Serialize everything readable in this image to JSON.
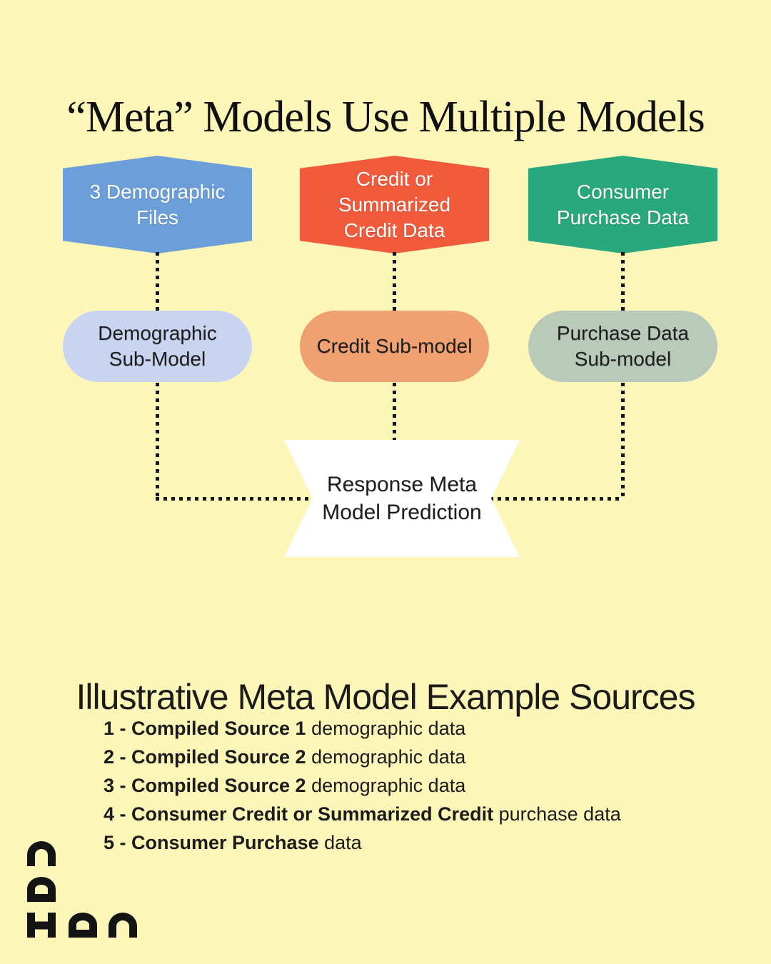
{
  "page": {
    "background": "#FCF7B8"
  },
  "title": "“Meta” Models Use Multiple Models",
  "diagram": {
    "columns": [
      {
        "source": {
          "label": "3 Demographic Files",
          "color": "#6C9FD9",
          "text_color": "#FFFFFF"
        },
        "submodel": {
          "label": "Demographic Sub-Model",
          "color": "#C9D4F0",
          "text_color": "#1D1D1D"
        }
      },
      {
        "source": {
          "label": "Credit or Summarized Credit Data",
          "color": "#F15B3C",
          "text_color": "#FFFFFF"
        },
        "submodel": {
          "label": "Credit Sub-model",
          "color": "#F0A172",
          "text_color": "#1D1D1D"
        }
      },
      {
        "source": {
          "label": "Consumer Purchase Data",
          "color": "#2AA87D",
          "text_color": "#FFFFFF"
        },
        "submodel": {
          "label": "Purchase Data Sub-model",
          "color": "#B9CABB",
          "text_color": "#1D1D1D"
        }
      }
    ],
    "output": {
      "label": "Response Meta Model Prediction",
      "color": "#FFFFFF",
      "text_color": "#1D1D1D"
    }
  },
  "sources_section": {
    "heading": "Illustrative Meta Model Example Sources",
    "items": [
      {
        "lead": "1 - Compiled Source 1",
        "rest": " demographic data"
      },
      {
        "lead": "2 - Compiled Source 2",
        "rest": " demographic data"
      },
      {
        "lead": "3 - Compiled Source 2",
        "rest": " demographic data"
      },
      {
        "lead": "4 - Consumer Credit or Summarized Credit",
        "rest": " purchase data"
      },
      {
        "lead": "5 - Consumer Purchase",
        "rest": " data"
      }
    ]
  },
  "brand": {
    "name": "NAHAN"
  }
}
